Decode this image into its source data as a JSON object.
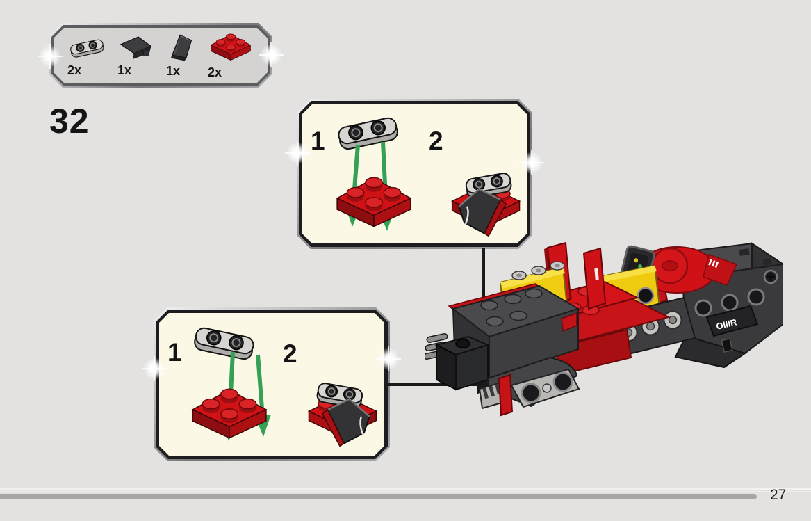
{
  "page": {
    "step_number": "32",
    "number": "27"
  },
  "parts_callout": {
    "items": [
      {
        "icon": "plate-round-1x2-gray-icon",
        "count": "2x"
      },
      {
        "icon": "wedge-left-black-icon",
        "count": "1x"
      },
      {
        "icon": "wedge-right-black-icon",
        "count": "1x"
      },
      {
        "icon": "plate-2x2-red-icon",
        "count": "2x"
      }
    ]
  },
  "boxes": {
    "upper": {
      "step1": "1",
      "step2": "2"
    },
    "lower": {
      "step1": "1",
      "step2": "2"
    }
  },
  "model": {
    "decal": "OIIIR"
  },
  "colors": {
    "red": "#d01216",
    "dark_red": "#8e0d10",
    "green_arrow": "#35a156",
    "yellow": "#f0cd12",
    "cream": "#fbf8e6",
    "gray_plate": "#d6d4d1",
    "dark_gray": "#3c3c3e",
    "bar_gray": "#a8a7a5",
    "background": "#e3e2e1"
  }
}
